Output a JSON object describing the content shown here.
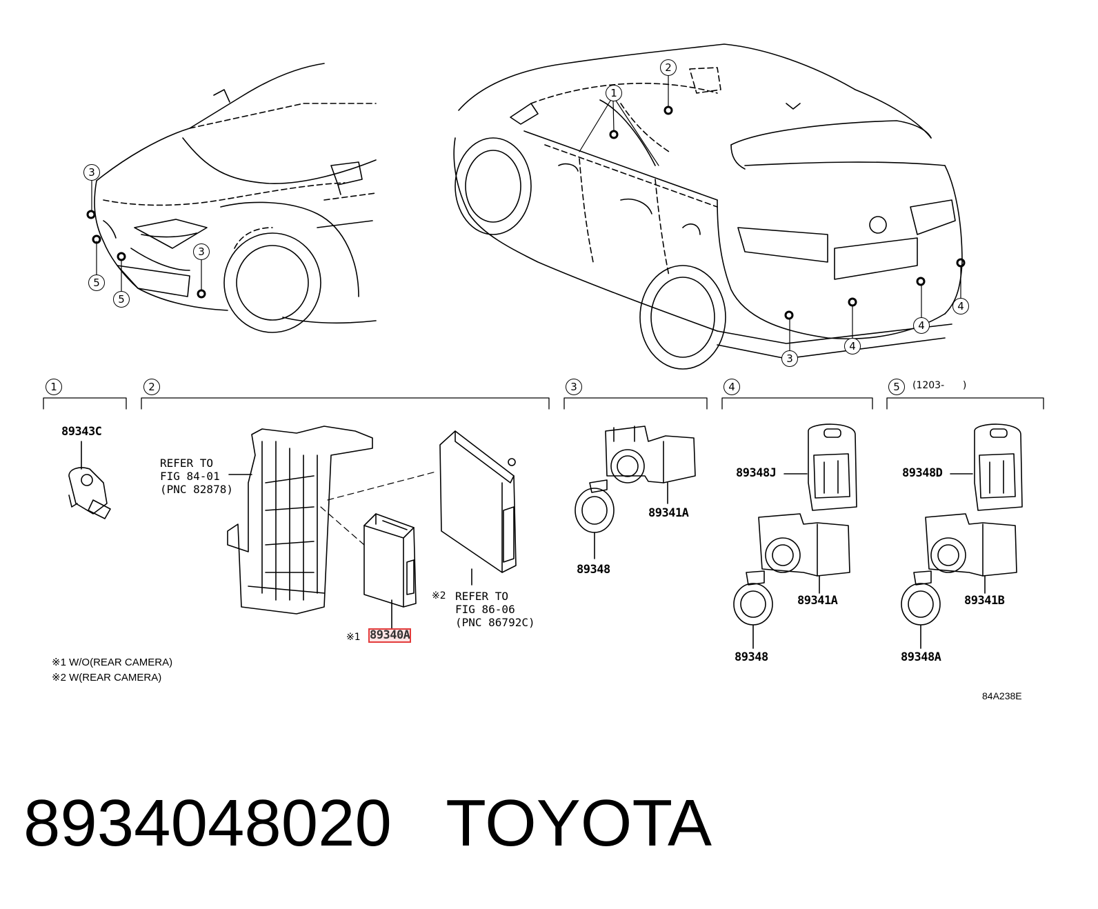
{
  "callouts": {
    "c1": "1",
    "c2": "2",
    "c3": "3",
    "c4": "4",
    "c5": "5"
  },
  "sections": [
    {
      "number": "1",
      "note": ""
    },
    {
      "number": "2",
      "note": ""
    },
    {
      "number": "3",
      "note": ""
    },
    {
      "number": "4",
      "note": ""
    },
    {
      "number": "5",
      "note": "(1203-      )"
    }
  ],
  "parts": {
    "p89343C": "89343C",
    "p89340A": "89340A",
    "p89341A_s3": "89341A",
    "p89348_s3": "89348",
    "p89348J": "89348J",
    "p89341A_s4": "89341A",
    "p89348_s4": "89348",
    "p89348D": "89348D",
    "p89341B": "89341B",
    "p89348A": "89348A"
  },
  "refs": {
    "ref1": "REFER TO\nFIG 84-01\n(PNC 82878)",
    "ref2": "REFER TO\nFIG 86-06\n(PNC 86792C)",
    "ref2_mark": "※2",
    "part_mark": "※1"
  },
  "notes": {
    "n1": "※1 W/O(REAR CAMERA)",
    "n2": "※2 W(REAR CAMERA)"
  },
  "diagram_code": "84A238E",
  "footer": {
    "part_number": "8934048020",
    "brand": "TOYOTA"
  },
  "colors": {
    "highlight": "#e23a3a",
    "ink": "#000000",
    "background": "#ffffff"
  }
}
